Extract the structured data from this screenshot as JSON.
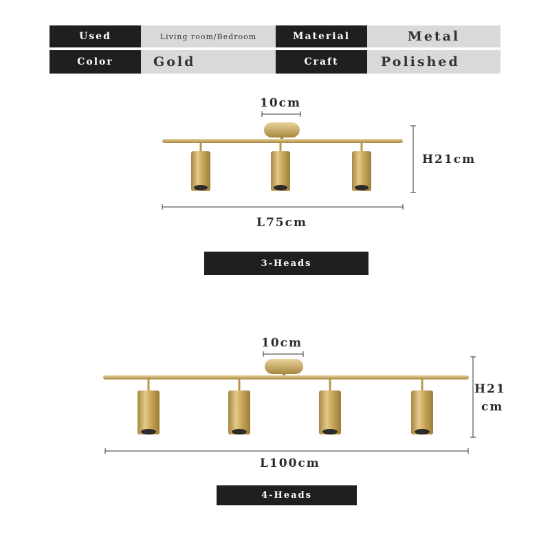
{
  "specs": {
    "used_label": "Used",
    "used_value": "Living room/Bedroom",
    "material_label": "Material",
    "material_value": "Metal",
    "color_label": "Color",
    "color_value": "Gold",
    "craft_label": "Craft",
    "craft_value": "Polished"
  },
  "lamp3": {
    "base_width": "10cm",
    "height": "H21cm",
    "length": "L75cm",
    "heads_label": "3-Heads"
  },
  "lamp4": {
    "base_width": "10cm",
    "height_line1": "H21",
    "height_line2": "cm",
    "length": "L100cm",
    "heads_label": "4-Heads"
  },
  "colors": {
    "gold": "#c9a85a",
    "gold_light": "#e3c98a",
    "gold_dark": "#a7873f",
    "dark_bar": "#1f1f1f",
    "grey_cell": "#d9d9d9"
  }
}
